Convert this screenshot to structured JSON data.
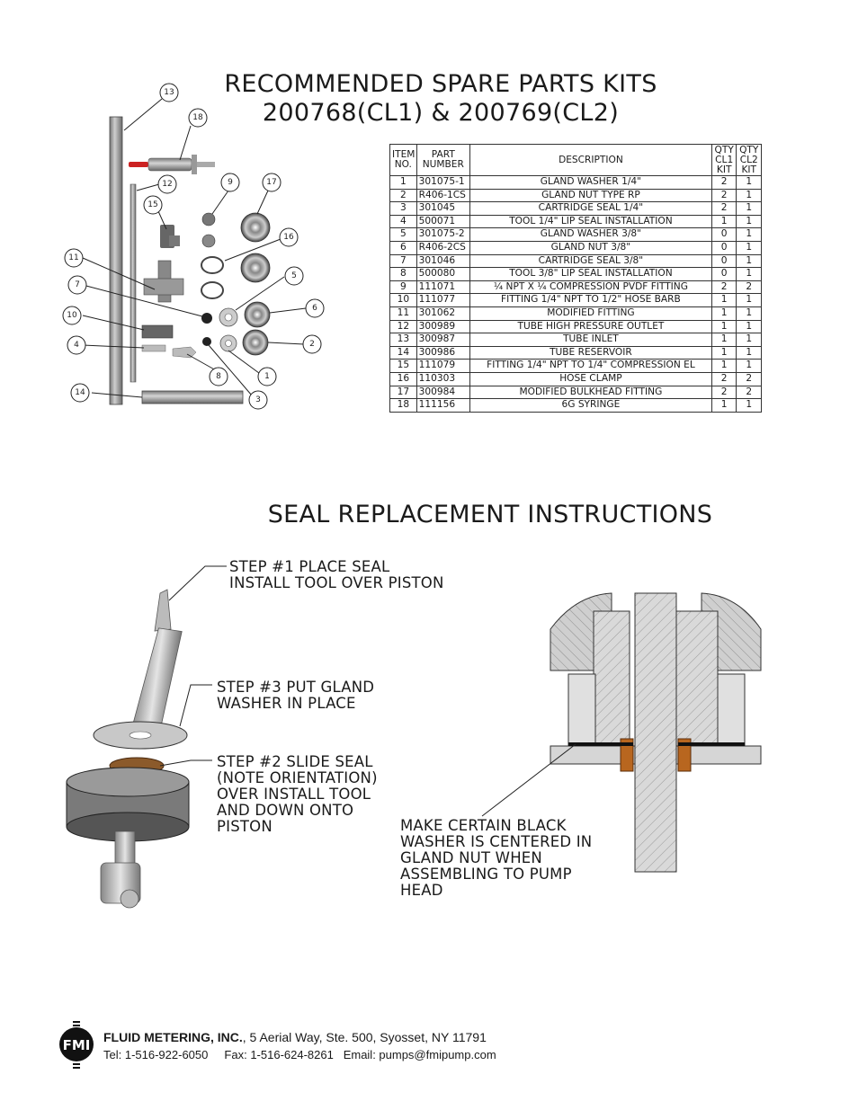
{
  "header": {
    "title_line1": "RECOMMENDED SPARE PARTS KITS",
    "title_line2": "200768(CL1) & 200769(CL2)"
  },
  "parts_table": {
    "headers": {
      "item": [
        "ITEM",
        "NO."
      ],
      "part": [
        "PART",
        "NUMBER"
      ],
      "desc": "DESCRIPTION",
      "q1": [
        "QTY",
        "CL1",
        "KIT"
      ],
      "q2": [
        "QTY",
        "CL2",
        "KIT"
      ]
    },
    "rows": [
      [
        "1",
        "301075-1",
        "GLAND WASHER 1/4\"",
        "2",
        "1"
      ],
      [
        "2",
        "R406-1CS",
        "GLAND NUT TYPE RP",
        "2",
        "1"
      ],
      [
        "3",
        "301045",
        "CARTRIDGE SEAL 1/4\"",
        "2",
        "1"
      ],
      [
        "4",
        "500071",
        "TOOL 1/4\" LIP SEAL INSTALLATION",
        "1",
        "1"
      ],
      [
        "5",
        "301075-2",
        "GLAND WASHER 3/8\"",
        "0",
        "1"
      ],
      [
        "6",
        "R406-2CS",
        "GLAND NUT 3/8\"",
        "0",
        "1"
      ],
      [
        "7",
        "301046",
        "CARTRIDGE SEAL 3/8\"",
        "0",
        "1"
      ],
      [
        "8",
        "500080",
        "TOOL 3/8\" LIP SEAL INSTALLATION",
        "0",
        "1"
      ],
      [
        "9",
        "111071",
        "¼ NPT X ¼ COMPRESSION PVDF FITTING",
        "2",
        "2"
      ],
      [
        "10",
        "111077",
        "FITTING 1/4\" NPT TO 1/2\" HOSE BARB",
        "1",
        "1"
      ],
      [
        "11",
        "301062",
        "MODIFIED FITTING",
        "1",
        "1"
      ],
      [
        "12",
        "300989",
        "TUBE HIGH PRESSURE OUTLET",
        "1",
        "1"
      ],
      [
        "13",
        "300987",
        "TUBE INLET",
        "1",
        "1"
      ],
      [
        "14",
        "300986",
        "TUBE RESERVOIR",
        "1",
        "1"
      ],
      [
        "15",
        "111079",
        "FITTING 1/4\" NPT TO 1/4\" COMPRESSION EL",
        "1",
        "1"
      ],
      [
        "16",
        "110303",
        "HOSE CLAMP",
        "2",
        "2"
      ],
      [
        "17",
        "300984",
        "MODIFIED BULKHEAD FITTING",
        "2",
        "2"
      ],
      [
        "18",
        "111156",
        "6G SYRINGE",
        "1",
        "1"
      ]
    ]
  },
  "balloons": [
    "13",
    "18",
    "12",
    "9",
    "17",
    "15",
    "16",
    "11",
    "5",
    "7",
    "6",
    "10",
    "4",
    "2",
    "8",
    "1",
    "14",
    "3"
  ],
  "section2": {
    "title": "SEAL REPLACEMENT INSTRUCTIONS",
    "step1": [
      "STEP #1 PLACE SEAL",
      "INSTALL TOOL OVER PISTON"
    ],
    "step3": [
      "STEP #3 PUT GLAND",
      "WASHER IN PLACE"
    ],
    "step2": [
      "STEP #2 SLIDE SEAL",
      "(NOTE ORIENTATION)",
      "OVER INSTALL TOOL",
      "AND DOWN ONTO",
      "PISTON"
    ],
    "note": [
      "MAKE CERTAIN BLACK",
      "WASHER IS CENTERED IN",
      "GLAND NUT WHEN",
      "ASSEMBLING TO PUMP",
      "HEAD"
    ]
  },
  "footer": {
    "logo_text": "FMI",
    "company": "FLUID METERING, INC.",
    "address": ", 5 Aerial Way, Ste. 500, Syosset, NY 11791",
    "tel": "Tel: 1-516-922-6050",
    "fax": "Fax: 1-516-624-8261",
    "email": "Email: pumps@fmipump.com"
  }
}
